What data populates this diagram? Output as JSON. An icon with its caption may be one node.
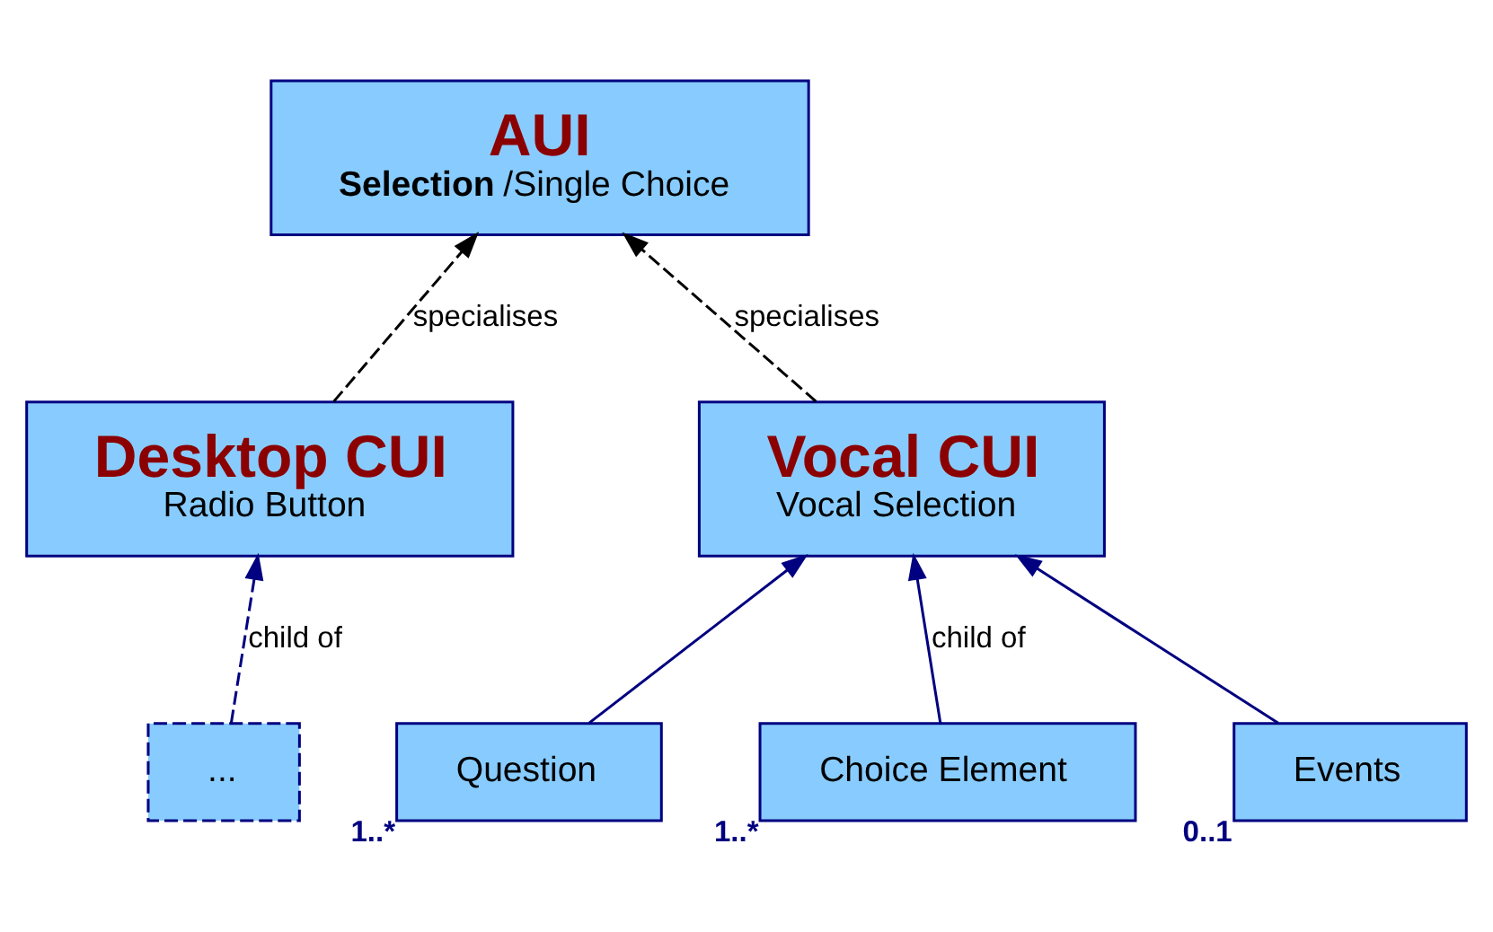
{
  "diagram": {
    "nodes": [
      {
        "text": [
          "AUI",
          "**Selection**/Single Choice"
        ]
      },
      {
        "text": [
          "Desktop CUI",
          "Radio Button"
        ]
      },
      {
        "text": [
          "Vocal CUI",
          "Vocal Selection"
        ]
      },
      {
        "text": [
          "..."
        ]
      },
      {
        "text": [
          "Question"
        ],
        "beside": [
          "1..*"
        ]
      },
      {
        "text": [
          "Choice Element"
        ],
        "beside": [
          "1..*"
        ]
      },
      {
        "text": [
          "Events"
        ],
        "beside": [
          "0..1"
        ]
      }
    ],
    "edges": [
      {
        "from": 1,
        "to": 0,
        "arrow": "to",
        "label": "specialises",
        "style": "dashed",
        "color": "#000000"
      },
      {
        "from": 2,
        "to": 0,
        "arrow": "to",
        "label": "specialises",
        "style": "dashed",
        "color": "#000000"
      },
      {
        "from": 3,
        "to": 1,
        "arrow": "to",
        "label": "child of",
        "style": "dashed"
      },
      {
        "from": 4,
        "to": 2,
        "arrow": "to"
      },
      {
        "from": 5,
        "to": 2,
        "arrow": "to",
        "label": "child of"
      },
      {
        "from": 6,
        "to": 2,
        "arrow": "to"
      }
    ]
  }
}
